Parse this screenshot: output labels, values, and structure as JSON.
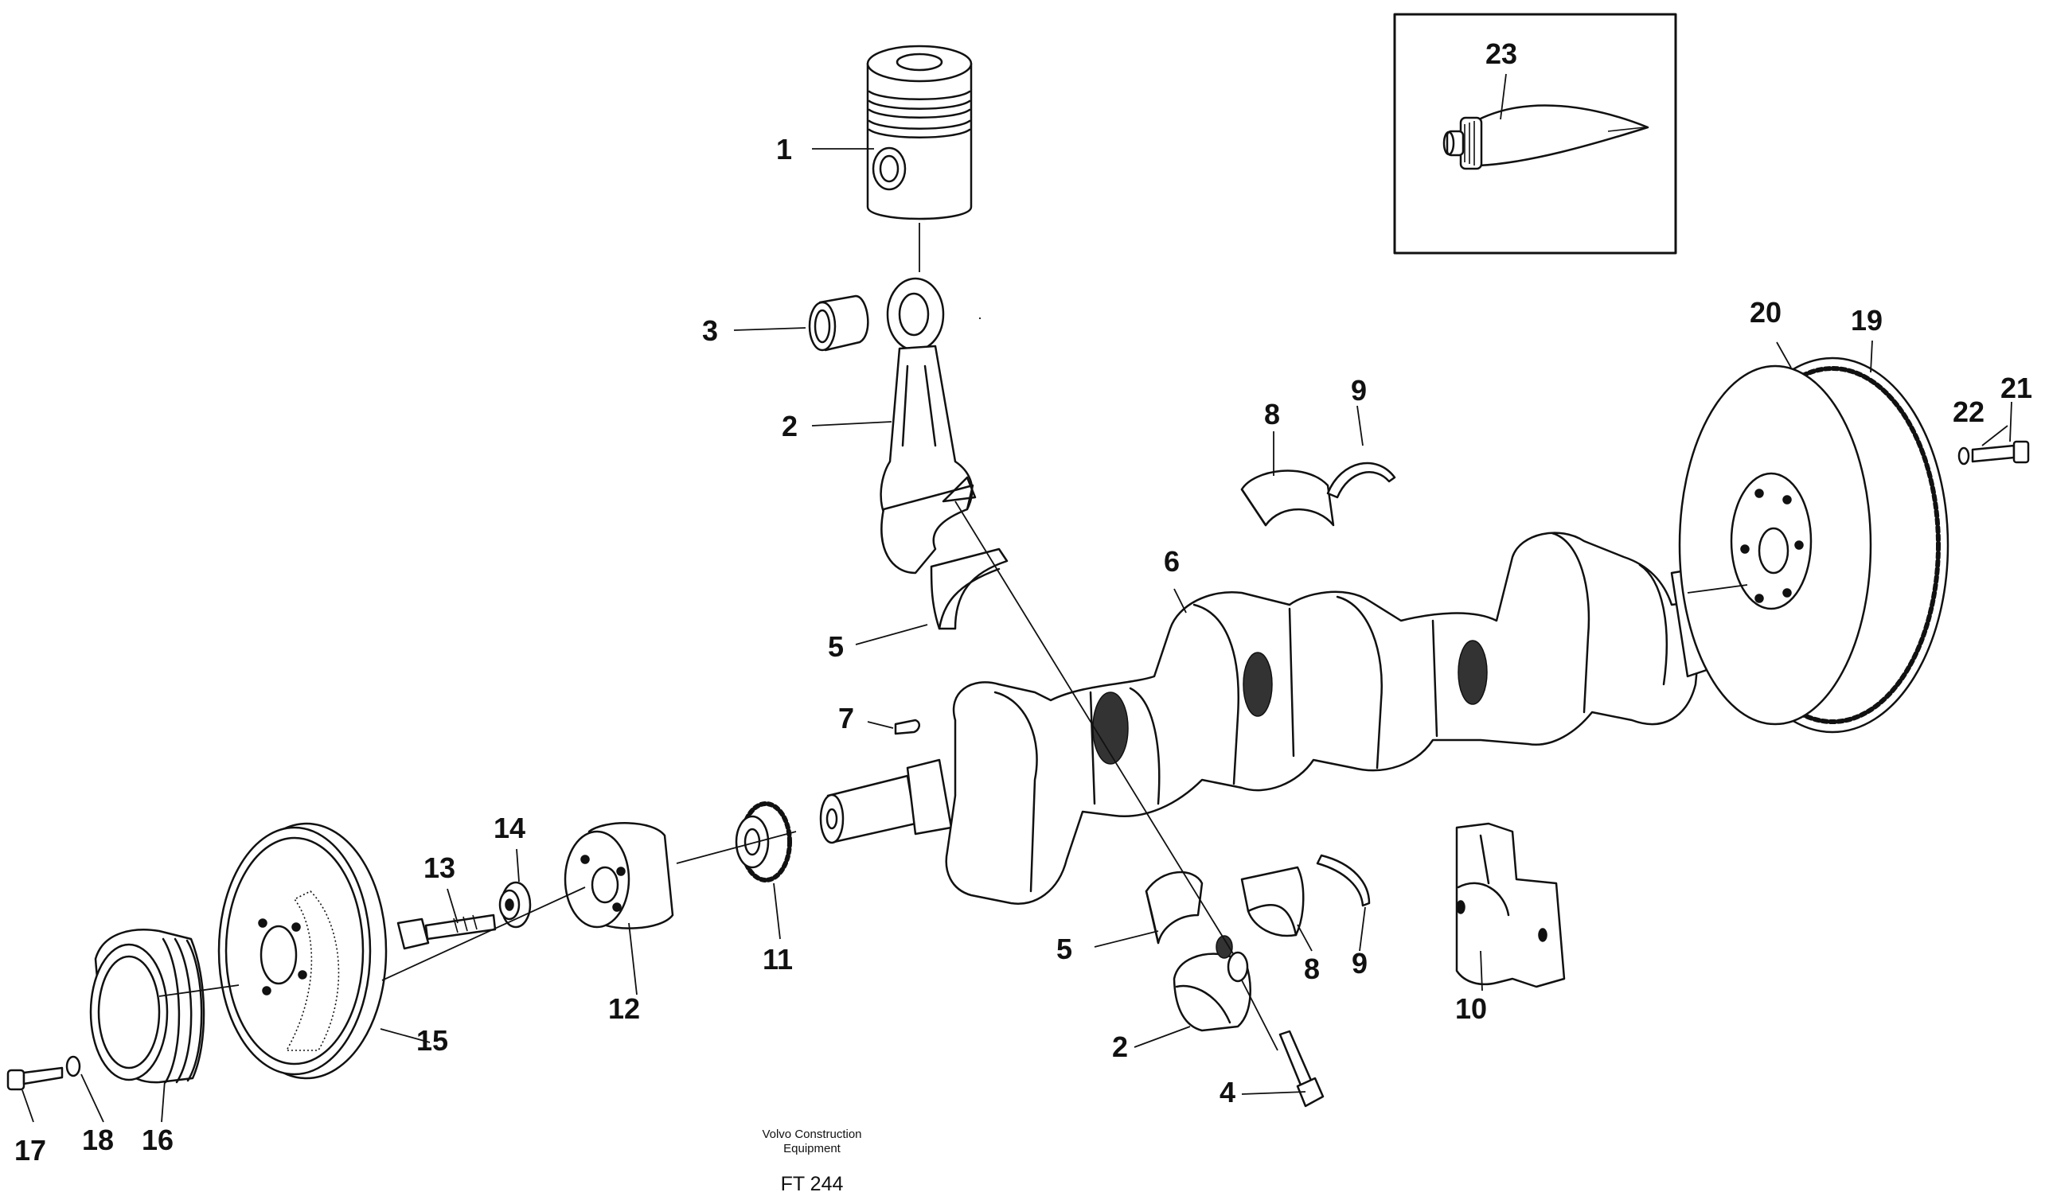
{
  "figure": {
    "callouts": {
      "c1": "1",
      "c2a": "2",
      "c2b": "2",
      "c3": "3",
      "c4": "4",
      "c5a": "5",
      "c5b": "5",
      "c6": "6",
      "c7": "7",
      "c8a": "8",
      "c8b": "8",
      "c9a": "9",
      "c9b": "9",
      "c10": "10",
      "c11": "11",
      "c12": "12",
      "c13": "13",
      "c14": "14",
      "c15": "15",
      "c16": "16",
      "c17": "17",
      "c18": "18",
      "c19": "19",
      "c20": "20",
      "c21": "21",
      "c22": "22",
      "c23": "23"
    },
    "publisher_line1": "Volvo Construction",
    "publisher_line2": "Equipment",
    "figure_code": "FT 244"
  }
}
